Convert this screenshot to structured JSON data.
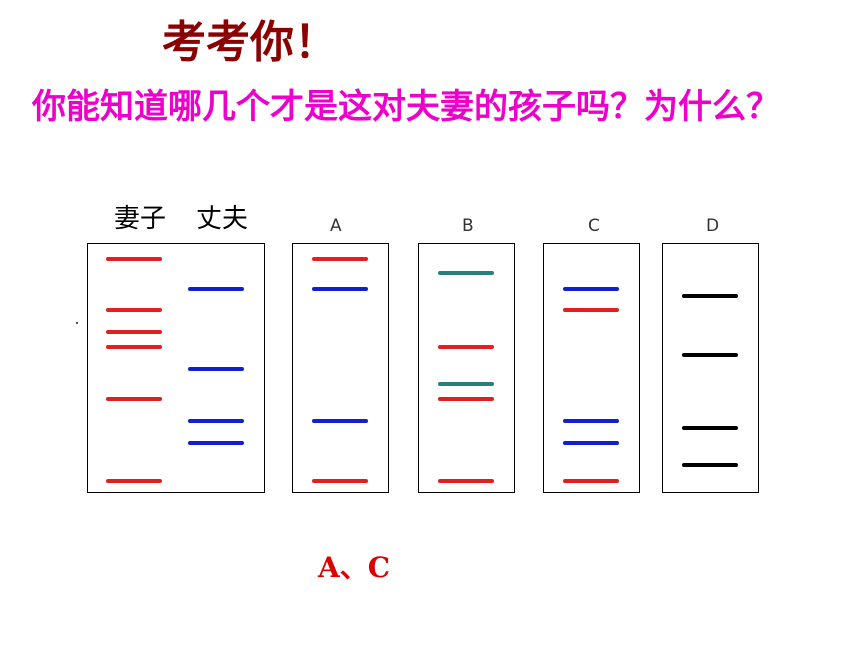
{
  "title": "考考你！",
  "question": "你能知道哪几个才是这对夫妻的孩子吗？为什么？",
  "parents": {
    "wife_label": "妻子",
    "husband_label": "丈夫"
  },
  "lanes": [
    {
      "label": "A"
    },
    {
      "label": "B"
    },
    {
      "label": "C"
    },
    {
      "label": "D"
    }
  ],
  "answer": "A、C",
  "colors": {
    "title": "#8b0000",
    "question": "#ee00cc",
    "answer": "#dd0000",
    "red_band": "#e0201c",
    "blue_band": "#1020cc",
    "teal_band": "#2a7f7a",
    "black_band": "#000000"
  }
}
